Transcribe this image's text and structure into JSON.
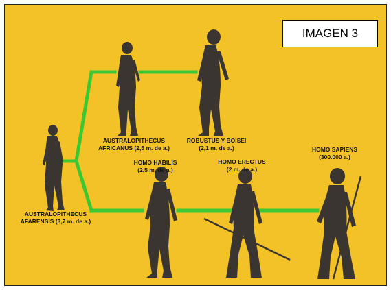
{
  "title_box": {
    "text": "IMAGEN 3"
  },
  "species": [
    {
      "id": "afarensis",
      "name": "AUSTRALOPITHECUS",
      "detail": "AFARENSIS (3,7 m. de a.)"
    },
    {
      "id": "africanus",
      "name": "AUSTRALOPITHECUS",
      "detail": "AFRICANUS (2,5 m. de a.)"
    },
    {
      "id": "robustus",
      "name": "ROBUSTUS Y BOISEI",
      "detail": "(2,1 m. de a.)"
    },
    {
      "id": "habilis",
      "name": "HOMO HABILIS",
      "detail": "(2,5 m. de a.)"
    },
    {
      "id": "erectus",
      "name": "HOMO ERECTUS",
      "detail": "(2 m. de a.)"
    },
    {
      "id": "sapiens",
      "name": "HOMO SAPIENS",
      "detail": "(300.000 a.)"
    }
  ],
  "colors": {
    "background": "#f3c227",
    "branch_line": "#3cc832",
    "figure": "#3a3530"
  }
}
